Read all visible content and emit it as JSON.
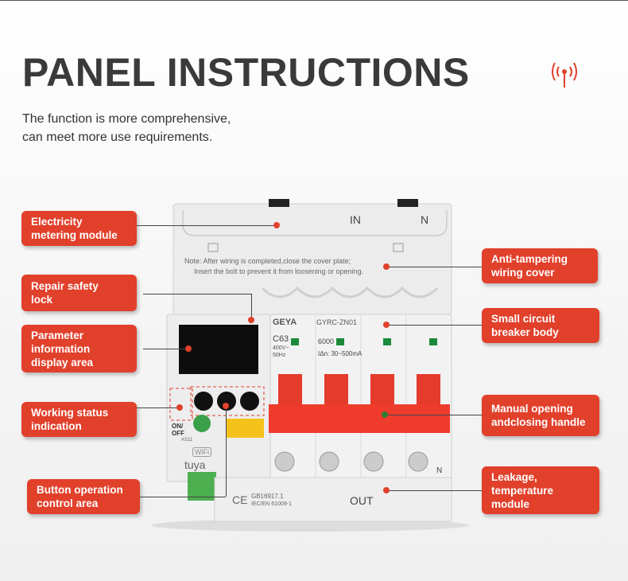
{
  "header": {
    "title": "PANEL INSTRUCTIONS",
    "subtitle_line1": "The function is more comprehensive,",
    "subtitle_line2": "can meet more use requirements."
  },
  "icons": {
    "signal": "wireless-signal-icon"
  },
  "accent_color": "#e1402b",
  "labels": {
    "metering": "Electricity\nmetering module",
    "repair_lock": "Repair safety\n lock",
    "parameter": "Parameter\ninformation\ndisplay area",
    "working": "Working status\nindication",
    "button": "Button operation\ncontrol area",
    "anti": "Anti-tampering\nwiring cover",
    "small": "Small circuit\nbreaker body",
    "manual": "Manual opening\nandclosing handle",
    "leakage": "Leakage,\ntemperature\nmodule"
  },
  "device": {
    "in_label": "IN",
    "n_top": "N",
    "note_line1": "Note: After wiring is completed,close the cover plate;",
    "note_line2": "Insert the bolt to prevent it from loosening or opening.",
    "brand": "GEYA",
    "model": "GYRC-ZN01",
    "rating": "C63",
    "voltage": "400V~",
    "freq": "50Hz",
    "breaking": "6000",
    "leak_range": "IΔn: 30~500mA",
    "wifi_tag": "WiFi",
    "app_brand": "tuya",
    "onoff_on": "ON/",
    "onoff_off": "OFF",
    "standard1": "GB16917.1",
    "standard2": "IEC/EN 61009-1",
    "ce": "CE",
    "out_label": "OUT",
    "n_bottom": "N",
    "model_small": "AS11"
  }
}
